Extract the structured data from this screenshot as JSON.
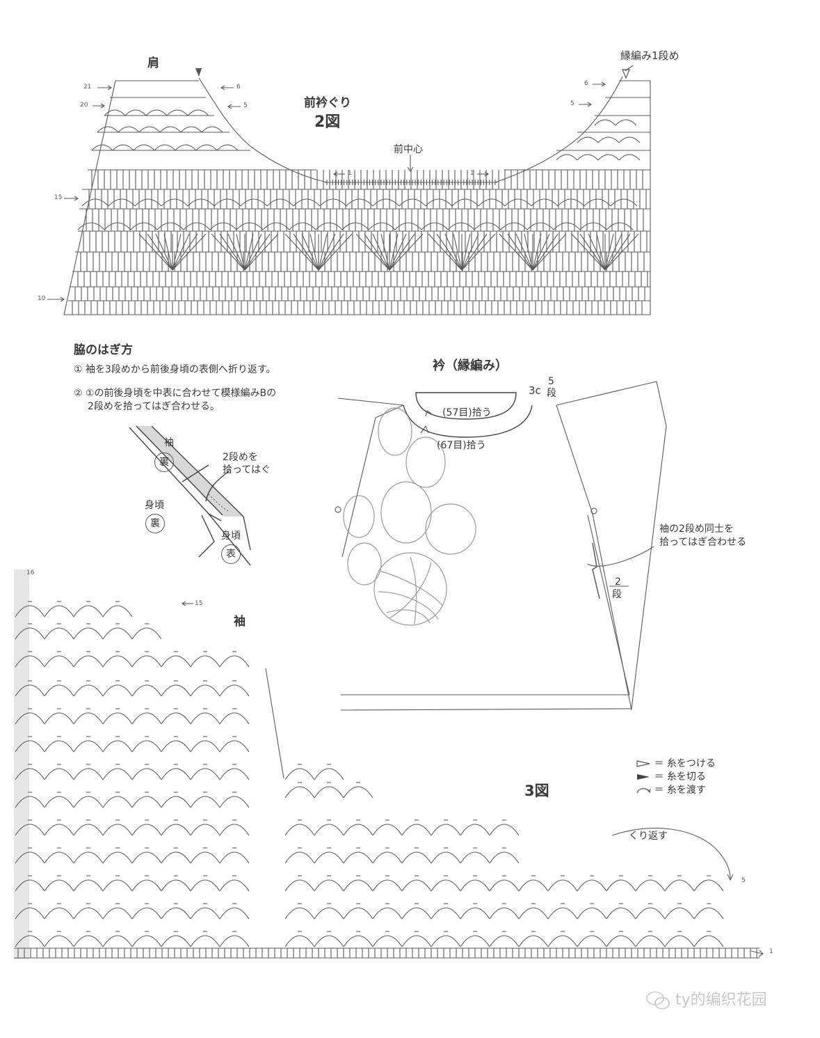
{
  "diagram2": {
    "shoulder_label": "肩",
    "title_line1": "前衿ぐり",
    "title_line2": "2図",
    "front_center": "前中心",
    "edge_row1": "縁編み1段め",
    "row_marks": {
      "r21": "21",
      "r20": "20",
      "r15": "15",
      "r10": "10",
      "r6": "6",
      "r5": "5",
      "r1": "1"
    }
  },
  "side_seam": {
    "heading": "脇のはぎ方",
    "step1": "① 袖を3段めから前後身頃の表側へ折り返す。",
    "step2_line1": "② ①の前後身頃を中表に合わせて模様編みBの",
    "step2_line2": "2段めを拾ってはぎ合わせる。",
    "sleeve_label": "袖",
    "wrong_side": "裏",
    "pick_note_line1": "2段めを",
    "pick_note_line2": "拾ってはぐ",
    "body_label": "身頃",
    "right_side": "表"
  },
  "collar": {
    "heading": "衿（縁編み）",
    "width": "3c",
    "rows_num": "5",
    "rows_unit": "段",
    "inner_pick": "(57目)拾う",
    "outer_pick": "(67目)拾う",
    "seam_note_line1": "袖の2段め同士を",
    "seam_note_line2": "拾ってはぎ合わせる",
    "side_rows_num": "2",
    "side_rows_unit": "段"
  },
  "diagram3": {
    "sleeve_label": "袖",
    "title": "3図",
    "fold_back": "くり返す",
    "row_marks": {
      "r16": "16",
      "r15": "15",
      "r5": "5",
      "r1": "1"
    }
  },
  "legend": {
    "attach": "＝ 糸をつける",
    "cut": "＝ 糸を切る",
    "carry": "＝ 糸を渡す"
  },
  "watermark": "ty的编织花园"
}
